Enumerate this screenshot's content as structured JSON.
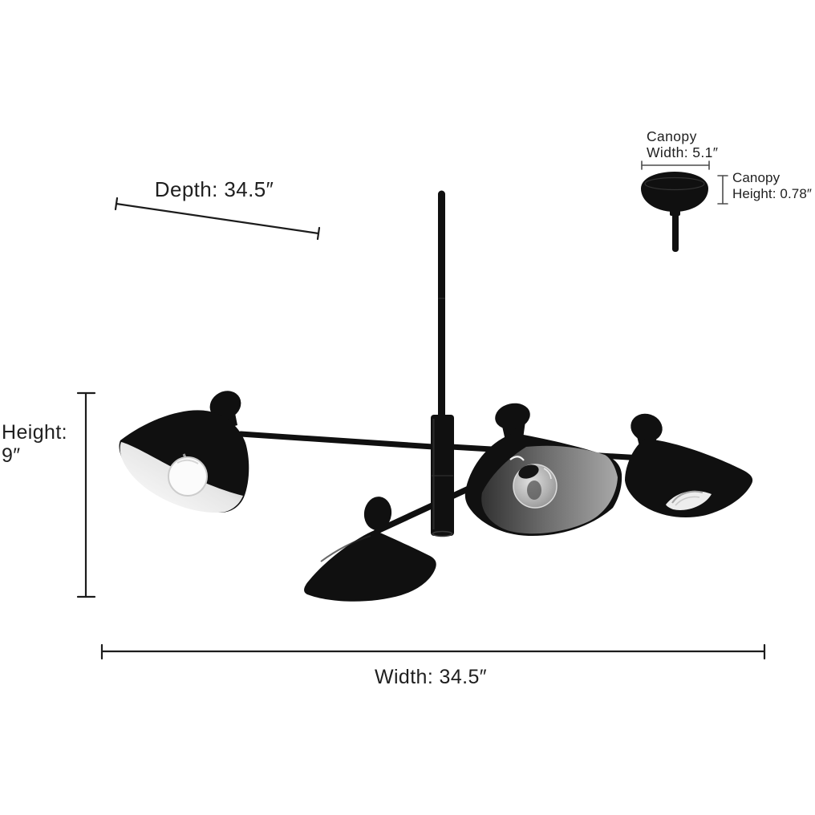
{
  "theme": {
    "background": "#ffffff",
    "fixture_color": "#101010",
    "dimension_line_color": "#1c1c1c",
    "inset_dimension_line_color": "#4d4d4d",
    "text_color": "#1f1f1f"
  },
  "diagram": {
    "depth_label": "Depth: 34.5″",
    "width_label": "Width: 34.5″",
    "height_label_lines": [
      "Height:",
      "9″"
    ],
    "canopy_width_label_lines": [
      "Canopy",
      "Width: 5.1″"
    ],
    "canopy_height_label_lines": [
      "Canopy",
      "Height: 0.78″"
    ],
    "visible_values": {
      "depth": "34.5″",
      "width": "34.5″",
      "height": "9″",
      "canopy_width": "5.1″",
      "canopy_height": "0.78″"
    }
  }
}
